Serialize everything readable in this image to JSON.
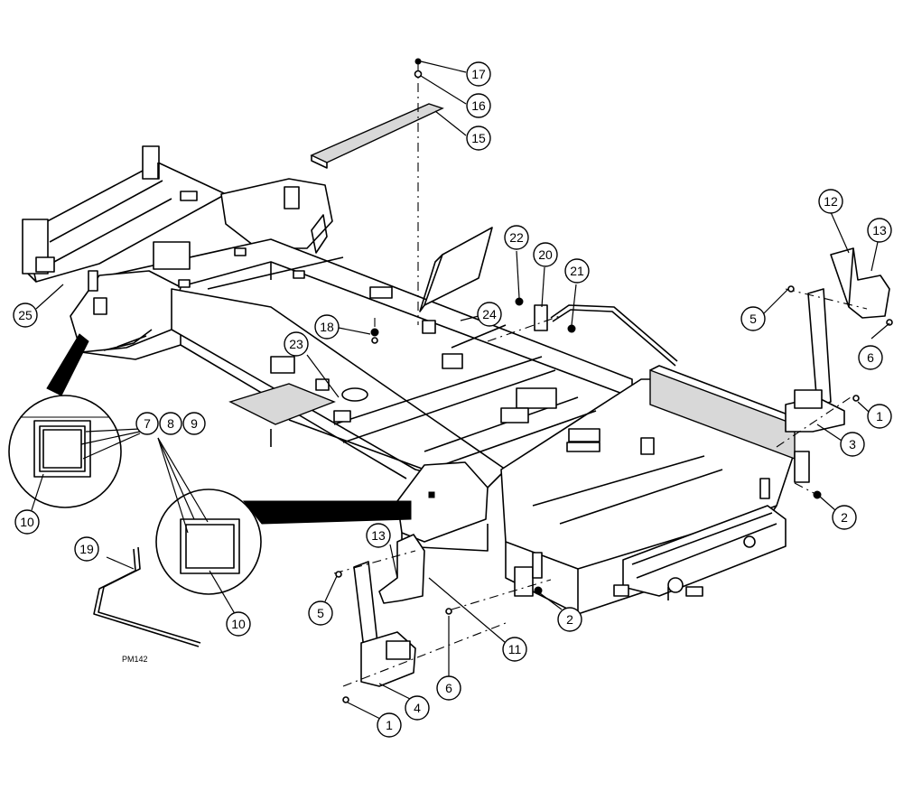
{
  "diagram": {
    "drawing_code": "PM142",
    "callouts": [
      {
        "id": "c17",
        "label": "17"
      },
      {
        "id": "c16",
        "label": "16"
      },
      {
        "id": "c15",
        "label": "15"
      },
      {
        "id": "c12",
        "label": "12"
      },
      {
        "id": "c13a",
        "label": "13"
      },
      {
        "id": "c22",
        "label": "22"
      },
      {
        "id": "c20",
        "label": "20"
      },
      {
        "id": "c21",
        "label": "21"
      },
      {
        "id": "c5a",
        "label": "5"
      },
      {
        "id": "c6a",
        "label": "6"
      },
      {
        "id": "c24",
        "label": "24"
      },
      {
        "id": "c18",
        "label": "18"
      },
      {
        "id": "c25",
        "label": "25"
      },
      {
        "id": "c23",
        "label": "23"
      },
      {
        "id": "c1a",
        "label": "1"
      },
      {
        "id": "c3",
        "label": "3"
      },
      {
        "id": "c7",
        "label": "7"
      },
      {
        "id": "c8",
        "label": "8"
      },
      {
        "id": "c9",
        "label": "9"
      },
      {
        "id": "c10a",
        "label": "10"
      },
      {
        "id": "c2a",
        "label": "2"
      },
      {
        "id": "c19",
        "label": "19"
      },
      {
        "id": "c13b",
        "label": "13"
      },
      {
        "id": "c10b",
        "label": "10"
      },
      {
        "id": "c5b",
        "label": "5"
      },
      {
        "id": "c2b",
        "label": "2"
      },
      {
        "id": "c11",
        "label": "11"
      },
      {
        "id": "c6b",
        "label": "6"
      },
      {
        "id": "c4",
        "label": "4"
      },
      {
        "id": "c1b",
        "label": "1"
      }
    ]
  }
}
